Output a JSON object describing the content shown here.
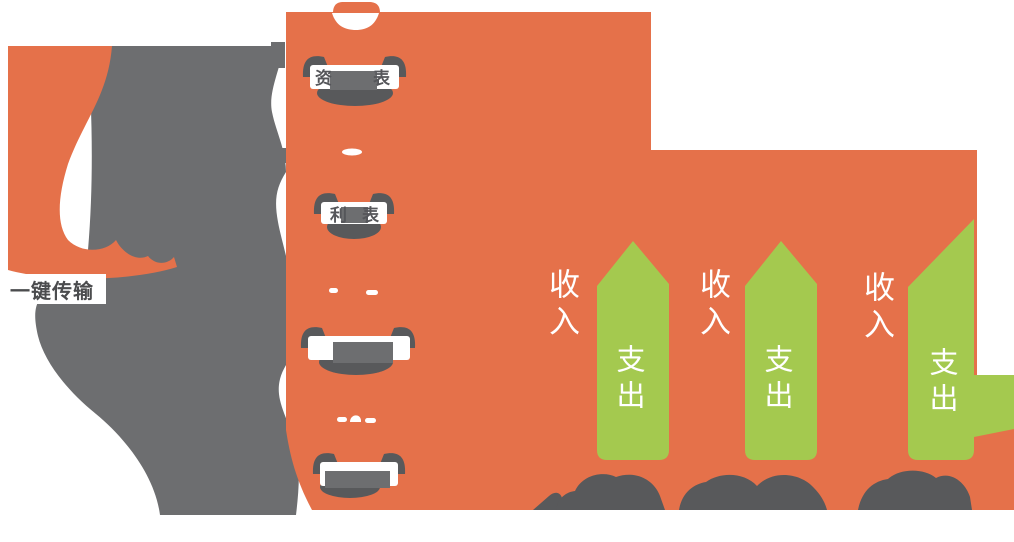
{
  "caption": {
    "text": "一键传输"
  },
  "statement_ribbons": [
    {
      "left_char": "资",
      "right_char": "表"
    },
    {
      "left_char": "利",
      "right_char": "表"
    },
    {
      "left_char": "",
      "right_char": ""
    },
    {
      "left_char": "",
      "right_char": ""
    }
  ],
  "flow_columns": [
    {
      "income_label": "收入",
      "expense_label": "支出"
    },
    {
      "income_label": "收入",
      "expense_label": "支出"
    },
    {
      "income_label": "收入",
      "expense_label": "支出"
    }
  ],
  "colors": {
    "orange": "#E5714A",
    "green": "#A4C94F",
    "gray_dark": "#58595B",
    "gray_mid": "#6D6E70",
    "white": "#FFFFFF"
  }
}
